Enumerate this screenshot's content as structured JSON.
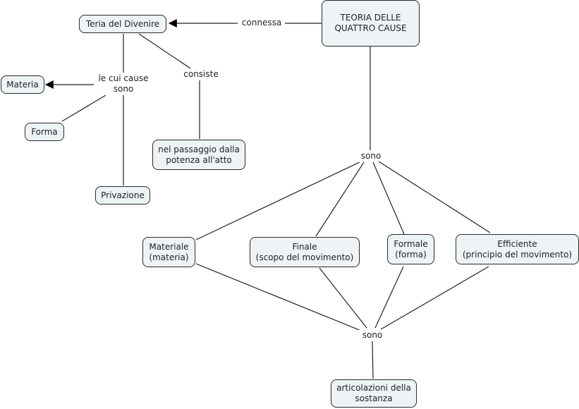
{
  "concepts": {
    "teoria": "TEORIA DELLE\nQUATTRO CAUSE",
    "divenire": "Teria del Divenire",
    "materia": "Materia",
    "forma": "Forma",
    "privazione": "Privazione",
    "passaggio": "nel passaggio dalla\npotenza all'atto",
    "materiale": "Materiale\n(materia)",
    "finale": "Finale\n(scopo del movimento)",
    "formale": "Formale\n(forma)",
    "efficiente": "Efficiente\n(principio del movimento)",
    "articolazioni": "articolazioni della\nsostanza"
  },
  "linking_phrases": {
    "connessa": "connessa",
    "le_cui_cause": "le cui cause\nsono",
    "consiste": "consiste",
    "sono_top": "sono",
    "sono_bottom": "sono"
  },
  "colors": {
    "node_fill": "#eef3f5",
    "node_border": "#2a2a2a",
    "line": "#222222"
  }
}
